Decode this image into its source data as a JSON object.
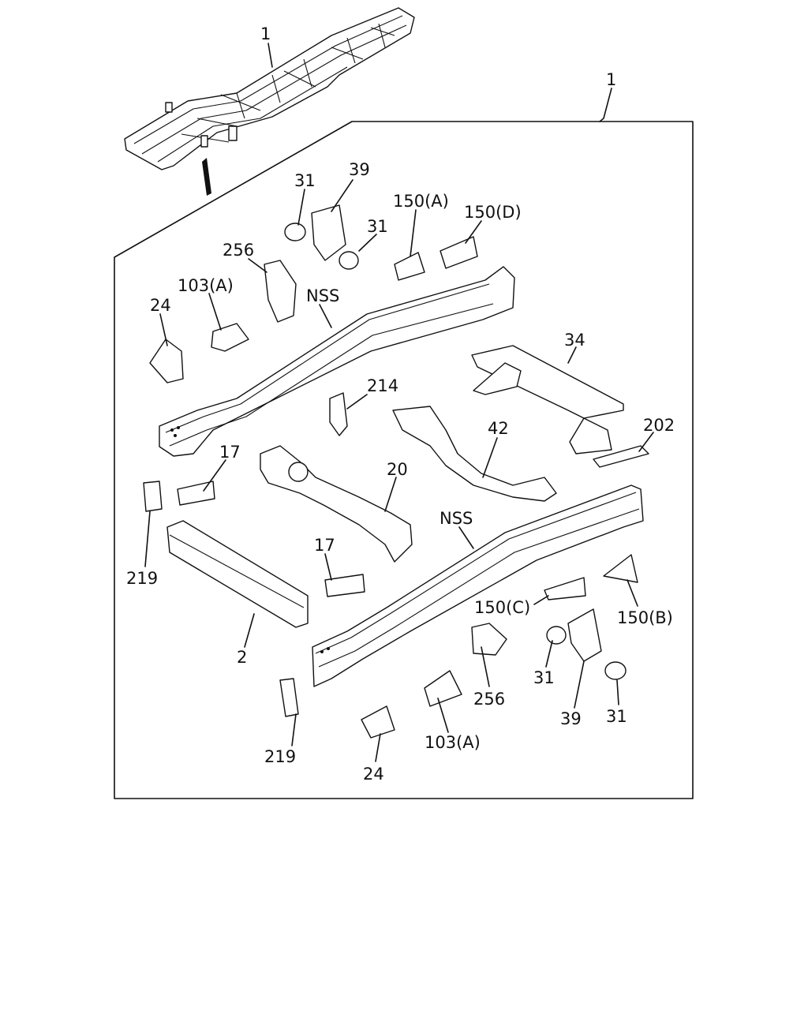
{
  "labels": {
    "frame_top": "1",
    "frame_box": "1",
    "bush_31_a": "31",
    "bracket_39_a": "39",
    "bush_31_b": "31",
    "bracket_150a": "150(A)",
    "bracket_150d": "150(D)",
    "bracket_256_a": "256",
    "nss_a": "NSS",
    "bracket_103a_a": "103(A)",
    "bracket_24_a": "24",
    "cross_34": "34",
    "bracket_214": "214",
    "plate_202": "202",
    "cross_42": "42",
    "plate_17_a": "17",
    "cross_20": "20",
    "nss_b": "NSS",
    "bracket_219_a": "219",
    "plate_17_b": "17",
    "bracket_150c": "150(C)",
    "bracket_150b": "150(B)",
    "cross_2": "2",
    "bush_31_c": "31",
    "bracket_256_b": "256",
    "bracket_39_b": "39",
    "bush_31_d": "31",
    "bracket_219_b": "219",
    "bracket_103a_b": "103(A)",
    "bracket_24_b": "24"
  }
}
